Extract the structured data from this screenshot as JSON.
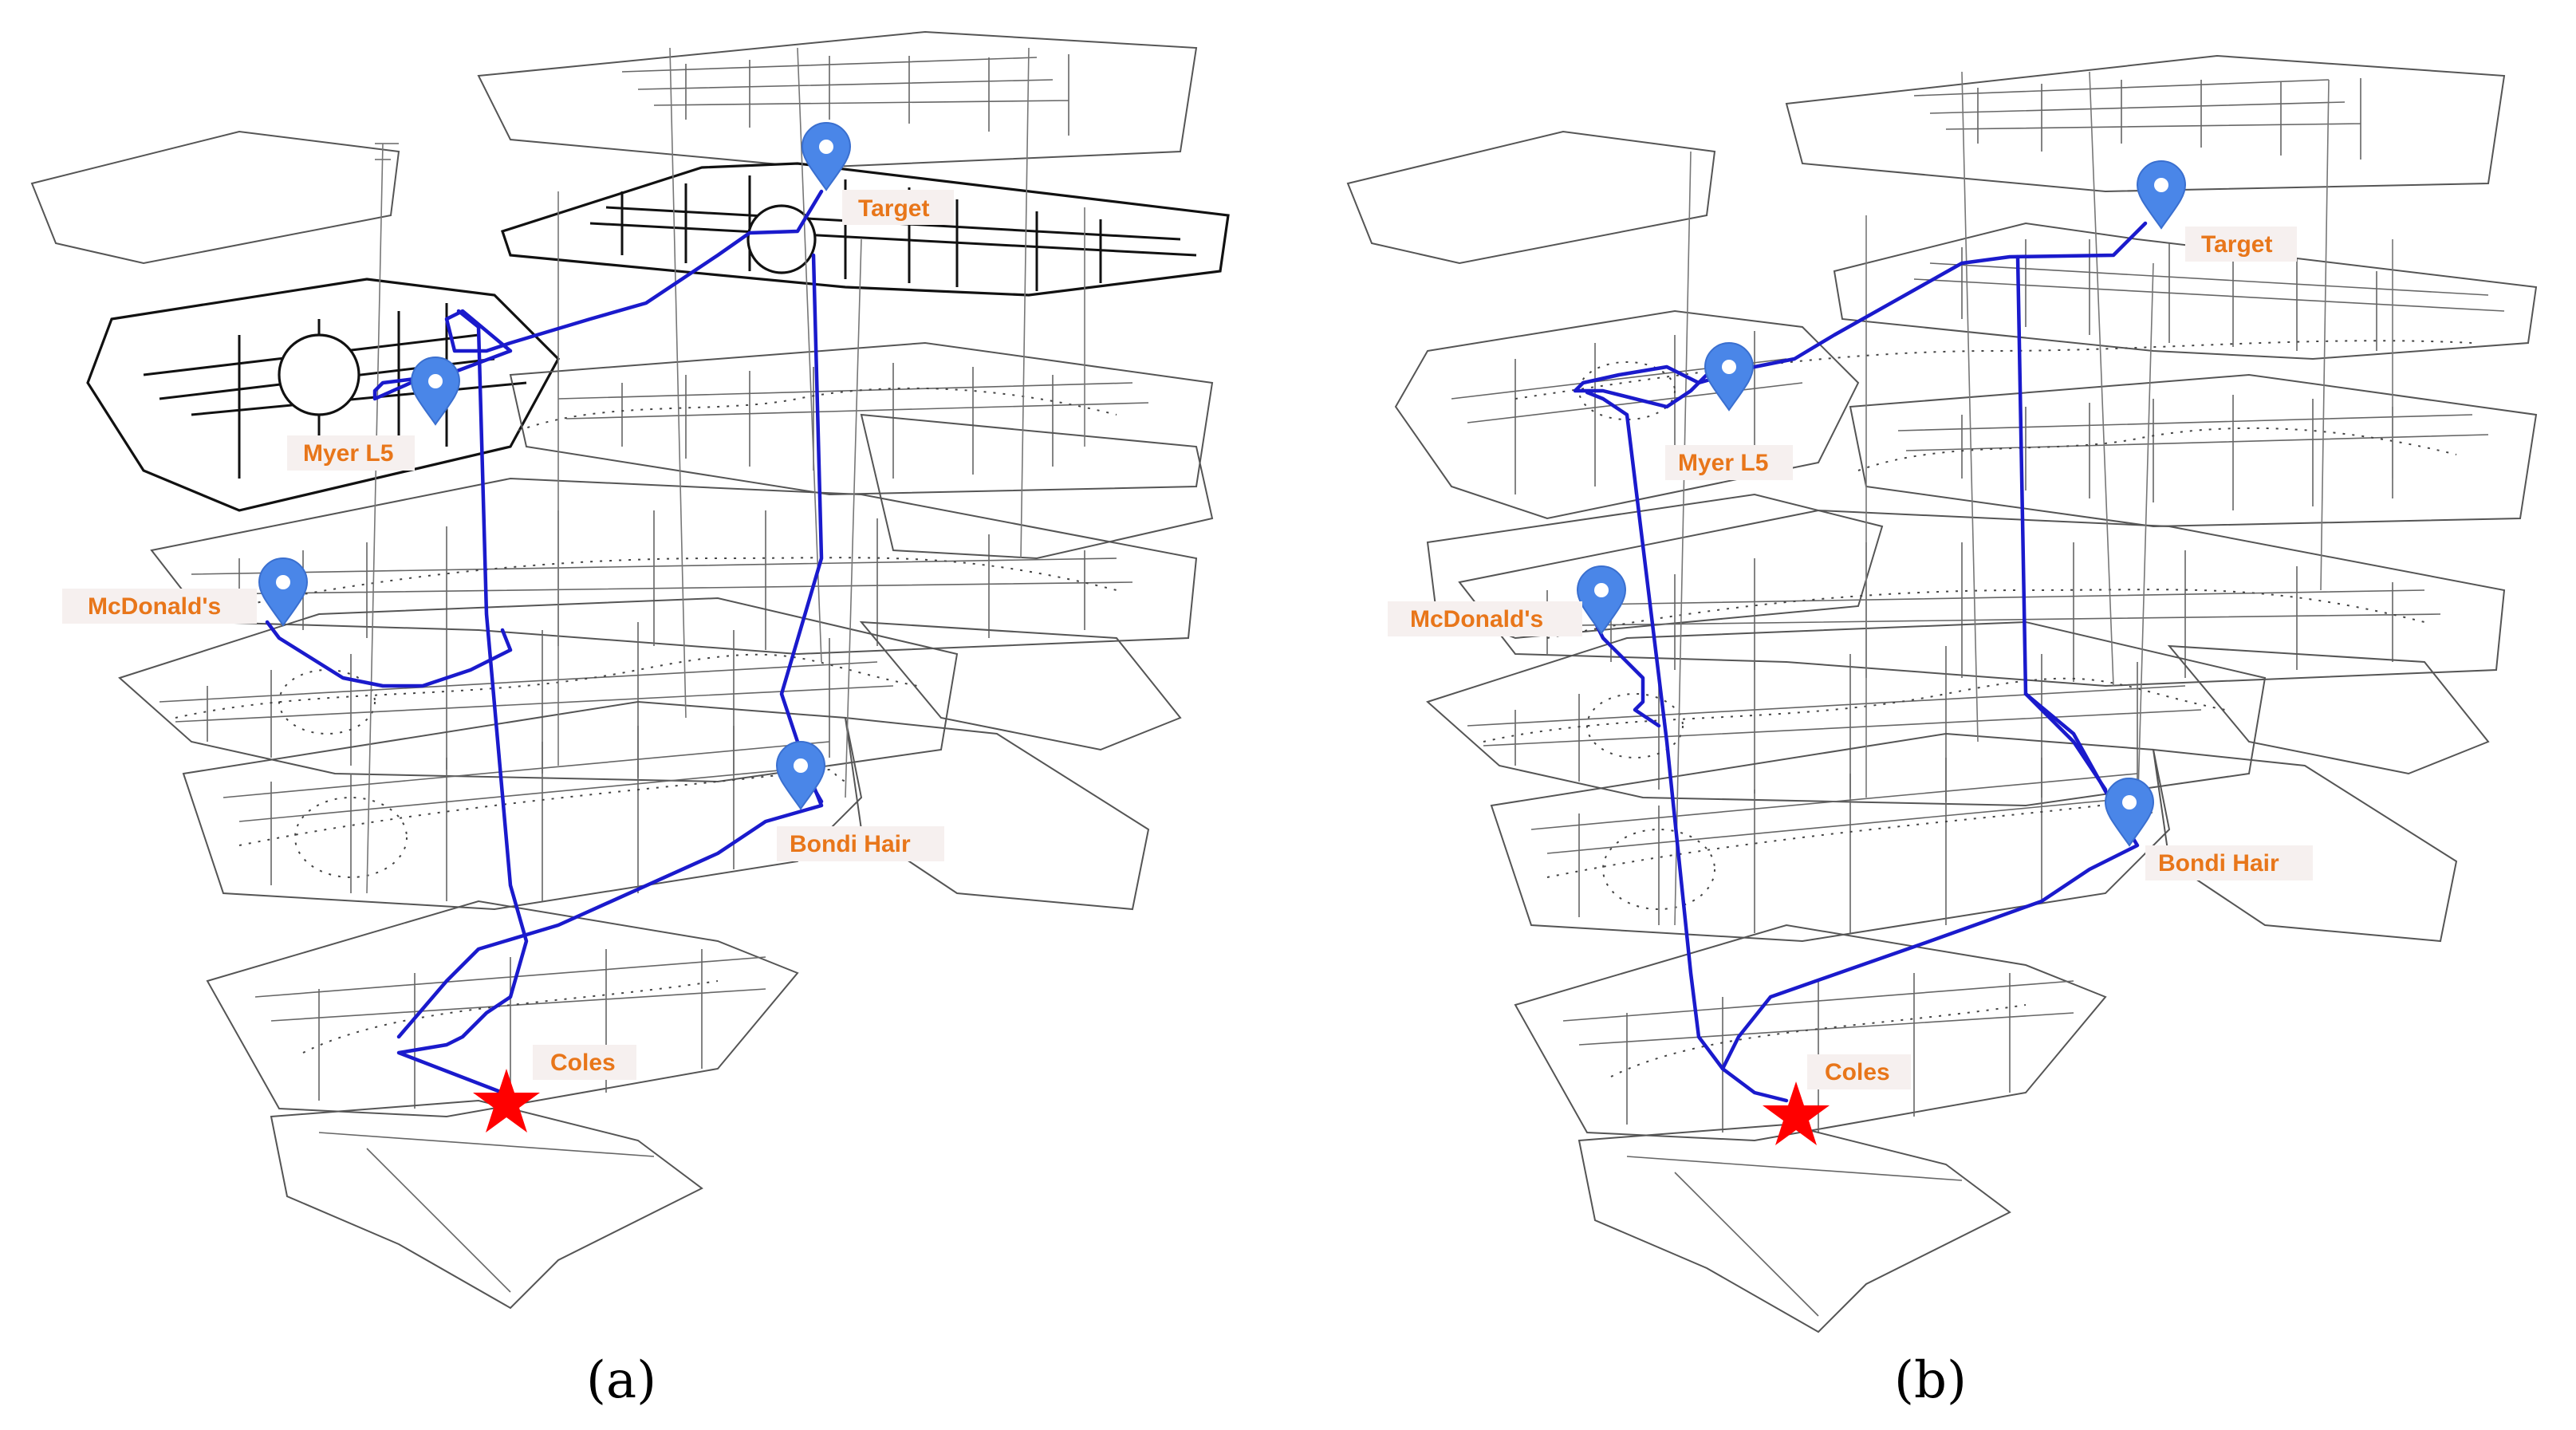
{
  "panels": [
    {
      "id": "a",
      "caption": "(a)",
      "pois": {
        "target": "Target",
        "myer": "Myer L5",
        "mcdonalds": "McDonald's",
        "bondi": "Bondi Hair",
        "coles": "Coles"
      }
    },
    {
      "id": "b",
      "caption": "(b)",
      "pois": {
        "target": "Target",
        "myer": "Myer L5",
        "mcdonalds": "McDonald's",
        "bondi": "Bondi Hair",
        "coles": "Coles"
      }
    }
  ],
  "colors": {
    "route": "#1a1acc",
    "pin": "#4a86e8",
    "label_text": "#e8761a",
    "start_marker": "#ff0000"
  },
  "icons": {
    "poi_marker": "map-pin-icon",
    "start_marker": "star-icon"
  }
}
